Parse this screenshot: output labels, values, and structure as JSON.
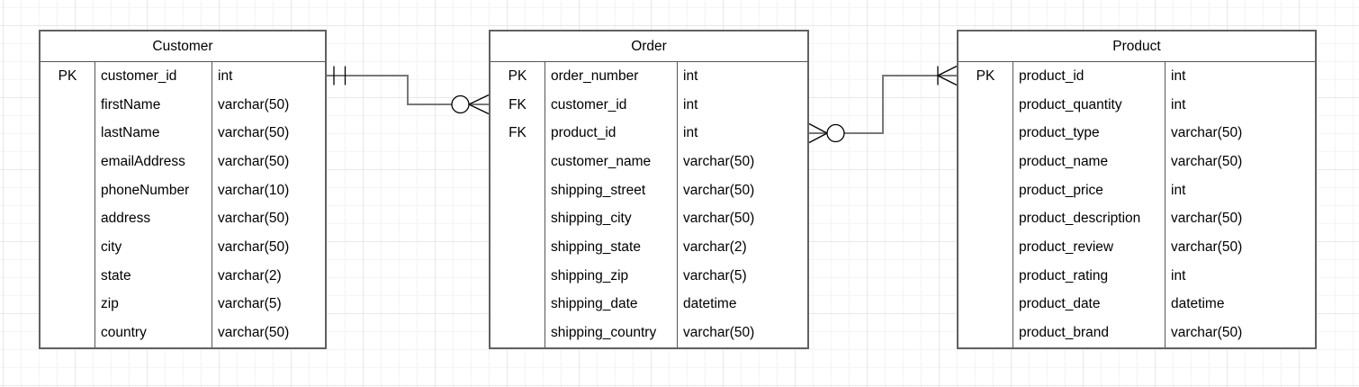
{
  "diagram_type": "entity-relationship",
  "colors": {
    "canvas_background": "#ffffff",
    "grid_minor": "#f4f4f4",
    "grid_major": "#e8e8e8",
    "table_border": "#616161",
    "edge_line": "#787878",
    "marker": "#000000",
    "text": "#000000"
  },
  "tables": [
    {
      "id": "customer",
      "title": "Customer",
      "rows": [
        {
          "key": "PK",
          "name": "customer_id",
          "type": "int"
        },
        {
          "key": "",
          "name": "firstName",
          "type": "varchar(50)"
        },
        {
          "key": "",
          "name": "lastName",
          "type": "varchar(50)"
        },
        {
          "key": "",
          "name": "emailAddress",
          "type": "varchar(50)"
        },
        {
          "key": "",
          "name": "phoneNumber",
          "type": "varchar(10)"
        },
        {
          "key": "",
          "name": "address",
          "type": "varchar(50)"
        },
        {
          "key": "",
          "name": "city",
          "type": "varchar(50)"
        },
        {
          "key": "",
          "name": "state",
          "type": "varchar(2)"
        },
        {
          "key": "",
          "name": "zip",
          "type": "varchar(5)"
        },
        {
          "key": "",
          "name": "country",
          "type": "varchar(50)"
        }
      ]
    },
    {
      "id": "order",
      "title": "Order",
      "rows": [
        {
          "key": "PK",
          "name": "order_number",
          "type": "int"
        },
        {
          "key": "FK",
          "name": "customer_id",
          "type": "int"
        },
        {
          "key": "FK",
          "name": "product_id",
          "type": "int"
        },
        {
          "key": "",
          "name": "customer_name",
          "type": "varchar(50)"
        },
        {
          "key": "",
          "name": "shipping_street",
          "type": "varchar(50)"
        },
        {
          "key": "",
          "name": "shipping_city",
          "type": "varchar(50)"
        },
        {
          "key": "",
          "name": "shipping_state",
          "type": "varchar(2)"
        },
        {
          "key": "",
          "name": "shipping_zip",
          "type": "varchar(5)"
        },
        {
          "key": "",
          "name": "shipping_date",
          "type": "datetime"
        },
        {
          "key": "",
          "name": "shipping_country",
          "type": "varchar(50)"
        }
      ]
    },
    {
      "id": "product",
      "title": "Product",
      "rows": [
        {
          "key": "PK",
          "name": "product_id",
          "type": "int"
        },
        {
          "key": "",
          "name": "product_quantity",
          "type": "int"
        },
        {
          "key": "",
          "name": "product_type",
          "type": "varchar(50)"
        },
        {
          "key": "",
          "name": "product_name",
          "type": "varchar(50)"
        },
        {
          "key": "",
          "name": "product_price",
          "type": "int"
        },
        {
          "key": "",
          "name": "product_description",
          "type": "varchar(50)"
        },
        {
          "key": "",
          "name": "product_review",
          "type": "varchar(50)"
        },
        {
          "key": "",
          "name": "product_rating",
          "type": "int"
        },
        {
          "key": "",
          "name": "product_date",
          "type": "datetime"
        },
        {
          "key": "",
          "name": "product_brand",
          "type": "varchar(50)"
        }
      ]
    }
  ],
  "relationships": [
    {
      "from_table": "Customer",
      "from_attribute": "customer_id",
      "from_cardinality": "one-and-only-one",
      "to_table": "Order",
      "to_attribute": "customer_id",
      "to_cardinality": "zero-or-many"
    },
    {
      "from_table": "Order",
      "from_attribute": "product_id",
      "from_cardinality": "zero-or-many",
      "to_table": "Product",
      "to_attribute": "product_id",
      "to_cardinality": "one-or-many"
    }
  ]
}
